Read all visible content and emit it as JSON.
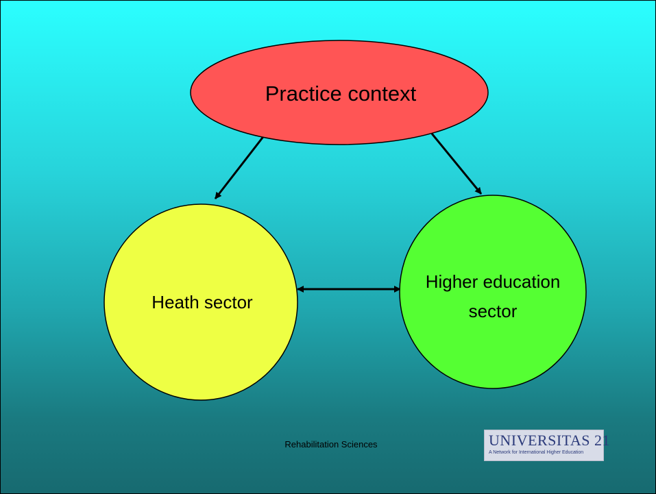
{
  "nodes": {
    "practice": {
      "label": "Practice context",
      "color": "#ff5555"
    },
    "health": {
      "label": "Heath sector",
      "color": "#eeff44"
    },
    "education": {
      "label_line1": "Higher education",
      "label_line2": "sector",
      "color": "#55ff33"
    }
  },
  "edges": [
    {
      "from": "Practice context",
      "to": "Heath sector"
    },
    {
      "from": "Practice context",
      "to": "Higher education sector"
    },
    {
      "from": "Heath sector",
      "to": "Higher education sector",
      "bidirectional": true
    }
  ],
  "footer": {
    "text": "Rehabilitation Sciences"
  },
  "logo": {
    "name": "UNIVERSITAS 21",
    "tagline": "A Network for International Higher Education"
  }
}
